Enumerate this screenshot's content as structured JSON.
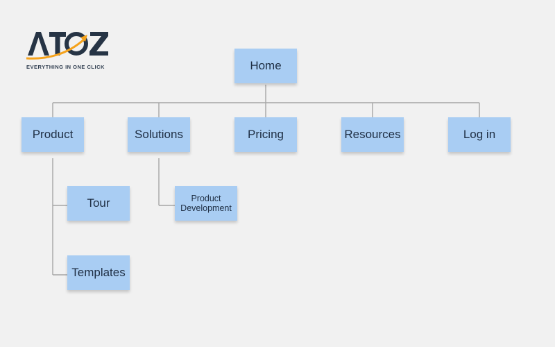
{
  "logo": {
    "wordmark": "ATOZ",
    "tagline": "EVERYTHING IN ONE CLICK",
    "colors": {
      "dark": "#263445",
      "accent": "#f5a21b"
    }
  },
  "sitemap": {
    "root": "Home",
    "top_level": [
      "Product",
      "Solutions",
      "Pricing",
      "Resources",
      "Log in"
    ],
    "product_children": [
      "Tour",
      "Templates"
    ],
    "solutions_children": [
      "Product Development"
    ]
  },
  "colors": {
    "note": "#a9cdf3",
    "line": "#a6a6a6",
    "background": "#f1f1f1"
  }
}
